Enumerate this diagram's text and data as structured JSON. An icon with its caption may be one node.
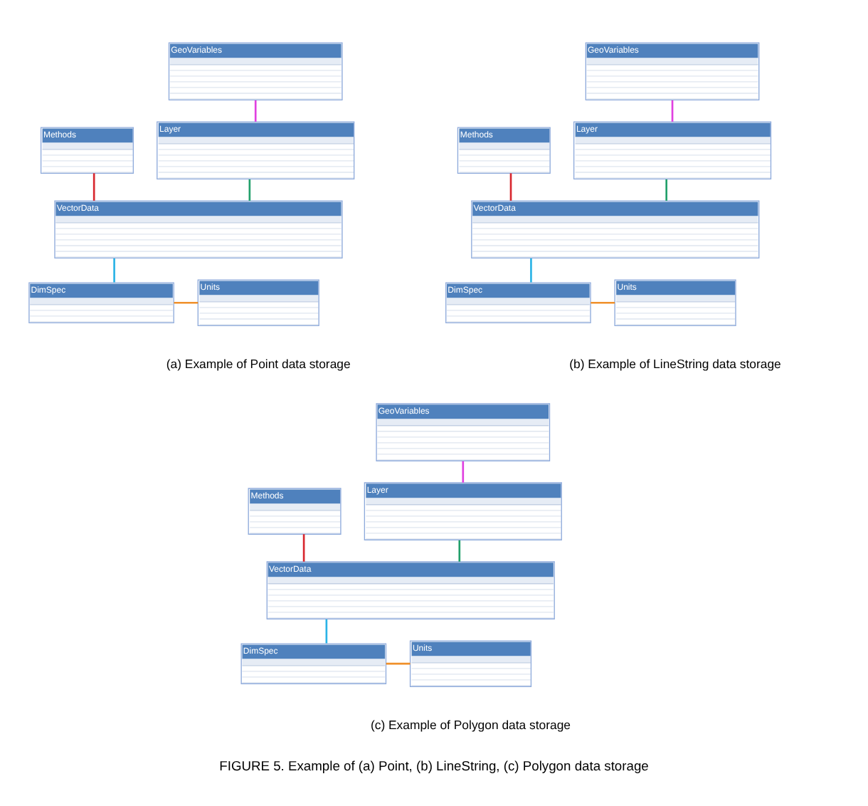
{
  "diagram": {
    "caption": "FIGURE 5. Example of (a) Point, (b) LineString, (c) Polygon data storage",
    "nodes": [
      {
        "text": [
          "GeoVariables"
        ]
      },
      {
        "text": [
          "Methods"
        ]
      },
      {
        "text": [
          "Layer"
        ]
      },
      {
        "text": [
          "VectorData"
        ]
      },
      {
        "text": [
          "DimSpec"
        ]
      },
      {
        "text": [
          "Units"
        ]
      },
      {
        "text": [
          "GeoVariables"
        ]
      },
      {
        "text": [
          "Methods"
        ]
      },
      {
        "text": [
          "Layer"
        ]
      },
      {
        "text": [
          "VectorData"
        ]
      },
      {
        "text": [
          "DimSpec"
        ]
      },
      {
        "text": [
          "Units"
        ]
      },
      {
        "text": [
          "GeoVariables"
        ]
      },
      {
        "text": [
          "Methods"
        ]
      },
      {
        "text": [
          "Layer"
        ]
      },
      {
        "text": [
          "VectorData"
        ]
      },
      {
        "text": [
          "DimSpec"
        ]
      },
      {
        "text": [
          "Units"
        ]
      }
    ],
    "edges": [
      {
        "from": 0,
        "to": 2,
        "arrow": "none",
        "color": "#e040e0"
      },
      {
        "from": 1,
        "to": 3,
        "arrow": "none",
        "color": "#d8282f"
      },
      {
        "from": 2,
        "to": 3,
        "arrow": "none",
        "color": "#22a06b"
      },
      {
        "from": 3,
        "to": 4,
        "arrow": "none",
        "color": "#2bb3e6"
      },
      {
        "from": 4,
        "to": 5,
        "arrow": "none",
        "color": "#f0902a"
      },
      {
        "from": 6,
        "to": 8,
        "arrow": "none",
        "color": "#e040e0"
      },
      {
        "from": 7,
        "to": 9,
        "arrow": "none",
        "color": "#d8282f"
      },
      {
        "from": 8,
        "to": 9,
        "arrow": "none",
        "color": "#22a06b"
      },
      {
        "from": 9,
        "to": 10,
        "arrow": "none",
        "color": "#2bb3e6"
      },
      {
        "from": 10,
        "to": 11,
        "arrow": "none",
        "color": "#f0902a"
      },
      {
        "from": 12,
        "to": 14,
        "arrow": "none",
        "color": "#e040e0"
      },
      {
        "from": 13,
        "to": 15,
        "arrow": "none",
        "color": "#d8282f"
      },
      {
        "from": 14,
        "to": 15,
        "arrow": "none",
        "color": "#22a06b"
      },
      {
        "from": 15,
        "to": 16,
        "arrow": "none",
        "color": "#2bb3e6"
      },
      {
        "from": 16,
        "to": 17,
        "arrow": "none",
        "color": "#f0902a"
      }
    ],
    "labels": [
      "(a) Example of Point data storage",
      "(b) Example of LineString data storage",
      "(c) Example of Polygon data storage"
    ]
  }
}
